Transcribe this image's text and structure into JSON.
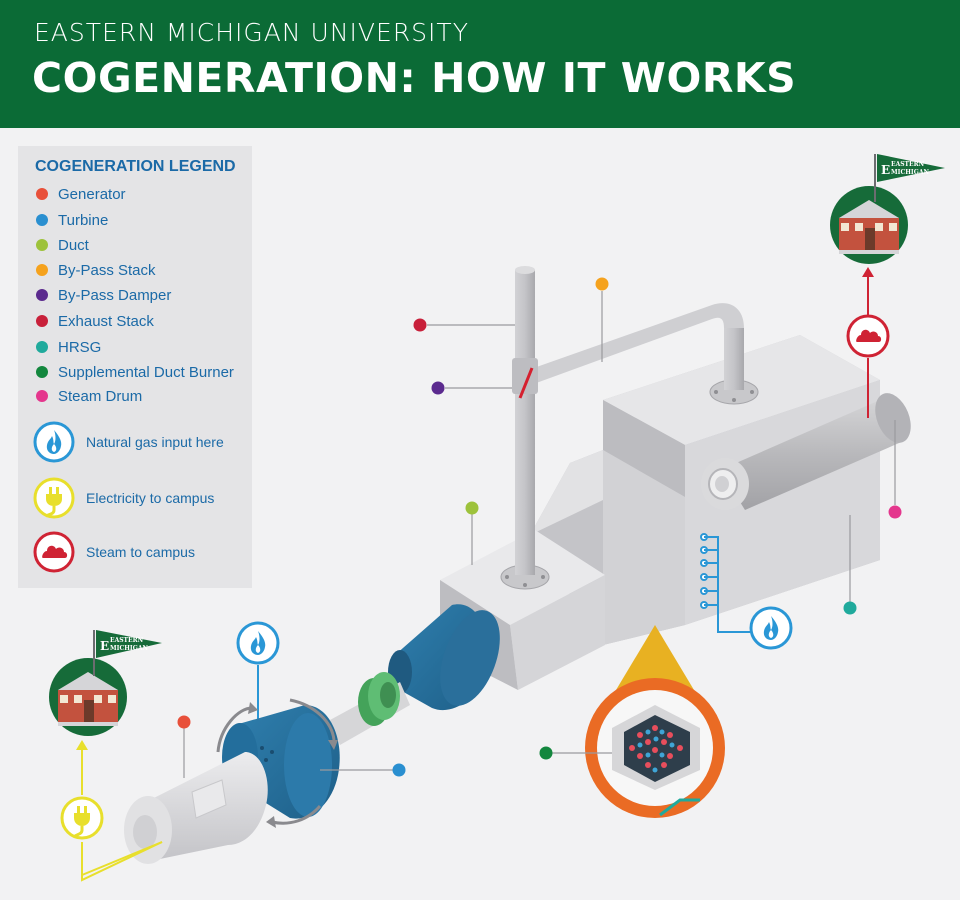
{
  "header": {
    "institution": "EASTERN MICHIGAN UNIVERSITY",
    "title": "COGENERATION: HOW IT WORKS"
  },
  "legend": {
    "title": "COGENERATION LEGEND",
    "items": [
      {
        "label": "Generator",
        "color": "#e8503a"
      },
      {
        "label": "Turbine",
        "color": "#2a8fd0"
      },
      {
        "label": "Duct",
        "color": "#9dc23b"
      },
      {
        "label": "By-Pass Stack",
        "color": "#f5a21d"
      },
      {
        "label": "By-Pass Damper",
        "color": "#5b2a8e"
      },
      {
        "label": "Exhaust Stack",
        "color": "#c8203a"
      },
      {
        "label": "HRSG",
        "color": "#20aa9c"
      },
      {
        "label": "Supplemental Duct Burner",
        "color": "#13873e"
      },
      {
        "label": "Steam Drum",
        "color": "#e4368d"
      }
    ],
    "icon_items": [
      {
        "label": "Natural gas input here",
        "icon": "flame-icon",
        "color": "#2a97d6"
      },
      {
        "label": "Electricity to campus",
        "icon": "plug-icon",
        "color": "#e8df2c"
      },
      {
        "label": "Steam to campus",
        "icon": "steam-cloud-icon",
        "color": "#cf2334"
      }
    ]
  },
  "flag_text": {
    "line1": "EASTERN",
    "line2": "MICHIGAN",
    "letter": "E"
  }
}
